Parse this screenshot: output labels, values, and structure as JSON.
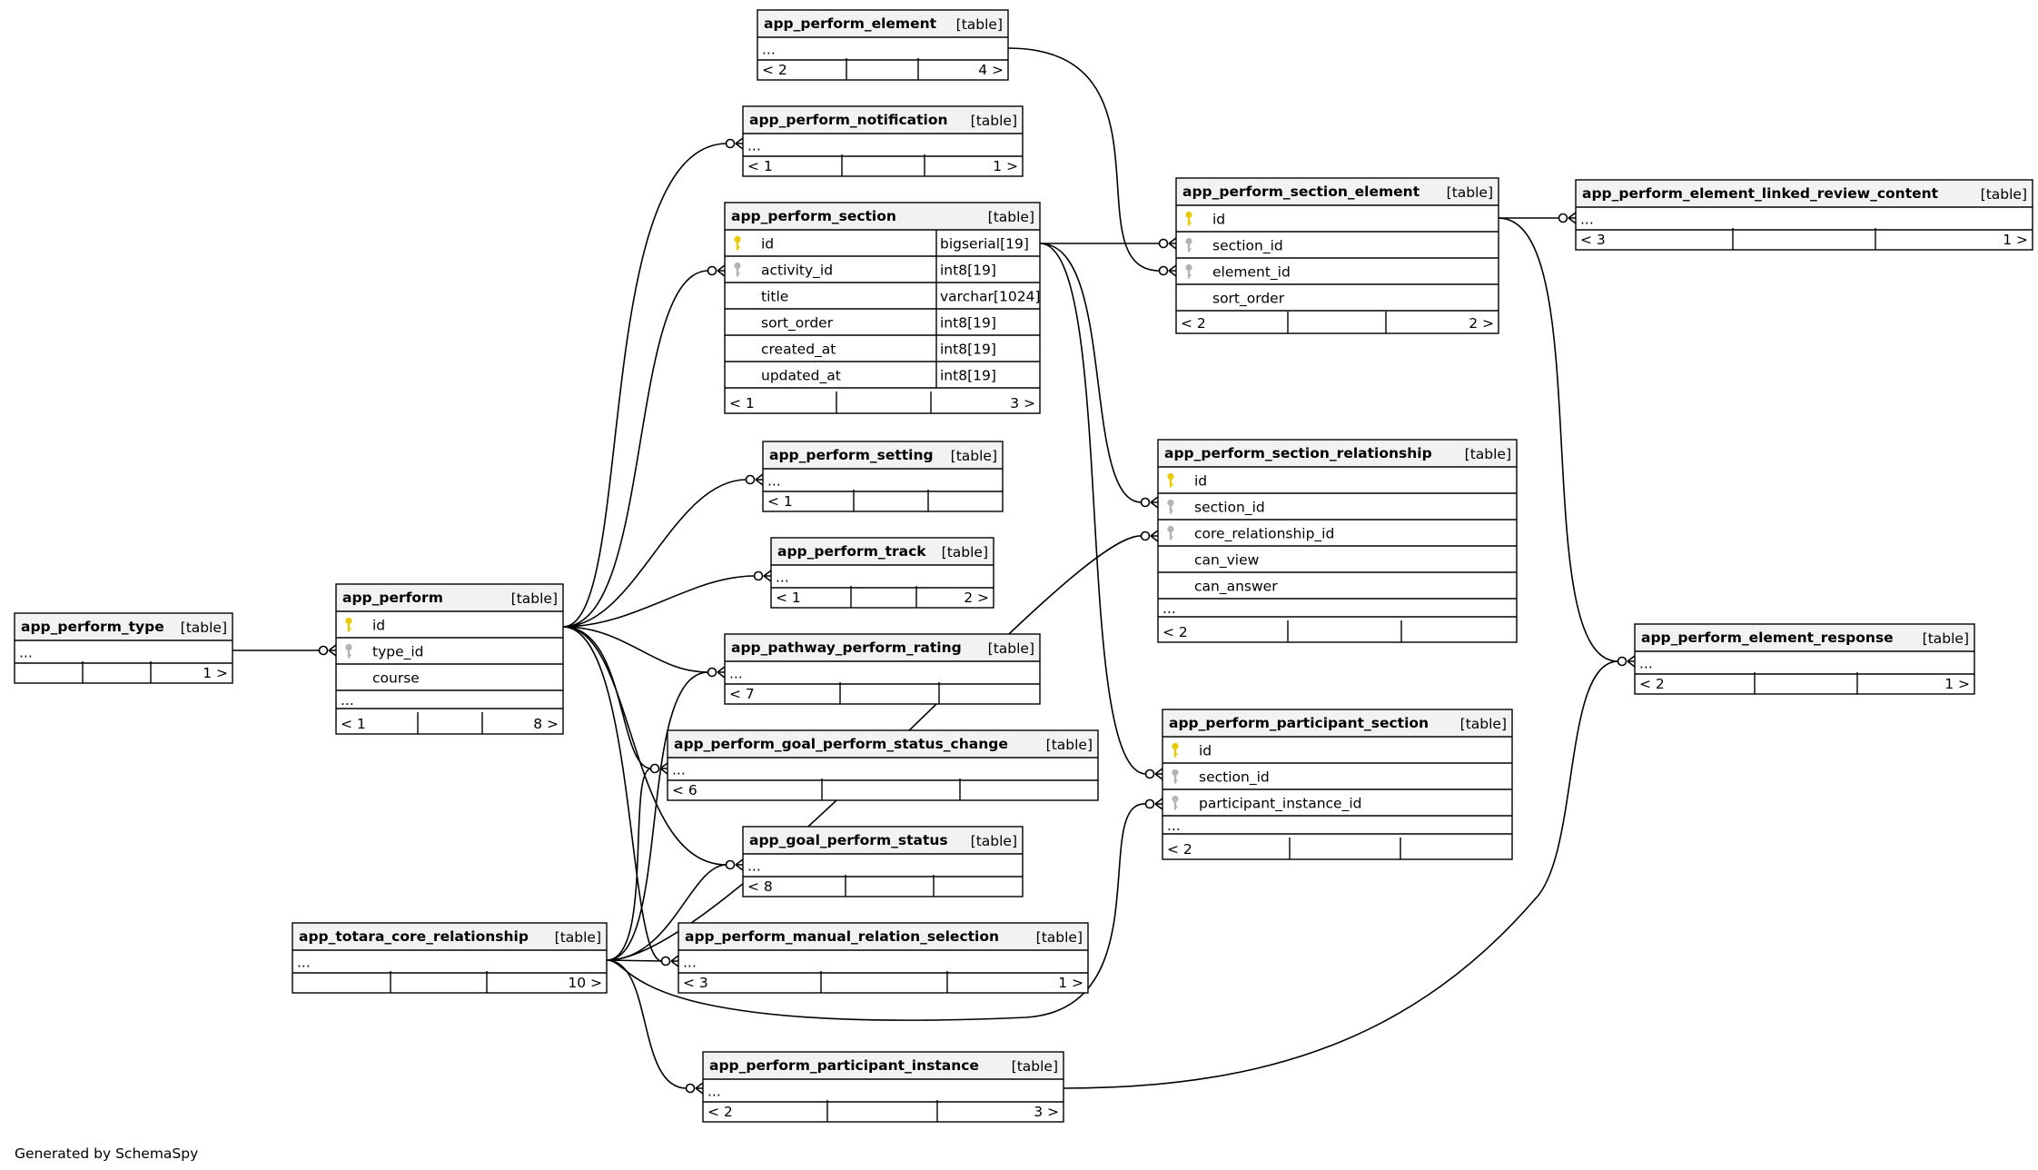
{
  "footer": "Generated by SchemaSpy",
  "tables": [
    {
      "id": "element",
      "name": "app_perform_element",
      "type": "[table]",
      "rows": [
        {
          "t": "..."
        }
      ],
      "nav": [
        "< 2",
        "",
        "4 >"
      ]
    },
    {
      "id": "notification",
      "name": "app_perform_notification",
      "type": "[table]",
      "rows": [
        {
          "t": "..."
        }
      ],
      "nav": [
        "< 1",
        "",
        "1 >"
      ]
    },
    {
      "id": "section",
      "name": "app_perform_section",
      "type": "[table]",
      "focus": true,
      "rows": [
        {
          "t": "id",
          "k": "pk",
          "dt": "bigserial[19]"
        },
        {
          "t": "activity_id",
          "k": "fk",
          "dt": "int8[19]"
        },
        {
          "t": "title",
          "dt": "varchar[1024]"
        },
        {
          "t": "sort_order",
          "dt": "int8[19]"
        },
        {
          "t": "created_at",
          "dt": "int8[19]"
        },
        {
          "t": "updated_at",
          "dt": "int8[19]"
        }
      ],
      "nav": [
        "< 1",
        "",
        "3 >"
      ]
    },
    {
      "id": "setting",
      "name": "app_perform_setting",
      "type": "[table]",
      "rows": [
        {
          "t": "..."
        }
      ],
      "nav": [
        "< 1",
        "",
        ""
      ]
    },
    {
      "id": "track",
      "name": "app_perform_track",
      "type": "[table]",
      "rows": [
        {
          "t": "..."
        }
      ],
      "nav": [
        "< 1",
        "",
        "2 >"
      ]
    },
    {
      "id": "rating",
      "name": "app_pathway_perform_rating",
      "type": "[table]",
      "rows": [
        {
          "t": "..."
        }
      ],
      "nav": [
        "< 7",
        "",
        ""
      ]
    },
    {
      "id": "statuschange",
      "name": "app_perform_goal_perform_status_change",
      "type": "[table]",
      "rows": [
        {
          "t": "..."
        }
      ],
      "nav": [
        "< 6",
        "",
        ""
      ]
    },
    {
      "id": "goalstatus",
      "name": "app_goal_perform_status",
      "type": "[table]",
      "rows": [
        {
          "t": "..."
        }
      ],
      "nav": [
        "< 8",
        "",
        ""
      ]
    },
    {
      "id": "manualrel",
      "name": "app_perform_manual_relation_selection",
      "type": "[table]",
      "rows": [
        {
          "t": "..."
        }
      ],
      "nav": [
        "< 3",
        "",
        "1 >"
      ]
    },
    {
      "id": "partinst",
      "name": "app_perform_participant_instance",
      "type": "[table]",
      "rows": [
        {
          "t": "..."
        }
      ],
      "nav": [
        "< 2",
        "",
        "3 >"
      ]
    },
    {
      "id": "ptype",
      "name": "app_perform_type",
      "type": "[table]",
      "rows": [
        {
          "t": "..."
        }
      ],
      "nav": [
        "",
        "",
        "1 >"
      ]
    },
    {
      "id": "perform",
      "name": "app_perform",
      "type": "[table]",
      "rows": [
        {
          "t": "id",
          "k": "pk"
        },
        {
          "t": "type_id",
          "k": "fk"
        },
        {
          "t": "course"
        },
        {
          "t": "...",
          "plain": true
        }
      ],
      "nav": [
        "< 1",
        "",
        "8 >"
      ]
    },
    {
      "id": "corerel",
      "name": "app_totara_core_relationship",
      "type": "[table]",
      "rows": [
        {
          "t": "..."
        }
      ],
      "nav": [
        "",
        "",
        "10 >"
      ]
    },
    {
      "id": "secelem",
      "name": "app_perform_section_element",
      "type": "[table]",
      "rows": [
        {
          "t": "id",
          "k": "pk"
        },
        {
          "t": "section_id",
          "k": "fk"
        },
        {
          "t": "element_id",
          "k": "fk"
        },
        {
          "t": "sort_order"
        }
      ],
      "nav": [
        "< 2",
        "",
        "2 >"
      ]
    },
    {
      "id": "linked",
      "name": "app_perform_element_linked_review_content",
      "type": "[table]",
      "rows": [
        {
          "t": "..."
        }
      ],
      "nav": [
        "< 3",
        "",
        "1 >"
      ]
    },
    {
      "id": "secrel",
      "name": "app_perform_section_relationship",
      "type": "[table]",
      "rows": [
        {
          "t": "id",
          "k": "pk"
        },
        {
          "t": "section_id",
          "k": "fk"
        },
        {
          "t": "core_relationship_id",
          "k": "fk"
        },
        {
          "t": "can_view"
        },
        {
          "t": "can_answer"
        },
        {
          "t": "...",
          "plain": true
        }
      ],
      "nav": [
        "< 2",
        "",
        ""
      ]
    },
    {
      "id": "response",
      "name": "app_perform_element_response",
      "type": "[table]",
      "rows": [
        {
          "t": "..."
        }
      ],
      "nav": [
        "< 2",
        "",
        "1 >"
      ]
    },
    {
      "id": "partsec",
      "name": "app_perform_participant_section",
      "type": "[table]",
      "rows": [
        {
          "t": "id",
          "k": "pk"
        },
        {
          "t": "section_id",
          "k": "fk"
        },
        {
          "t": "participant_instance_id",
          "k": "fk"
        },
        {
          "t": "...",
          "plain": true
        }
      ],
      "nav": [
        "< 2",
        "",
        ""
      ]
    }
  ]
}
